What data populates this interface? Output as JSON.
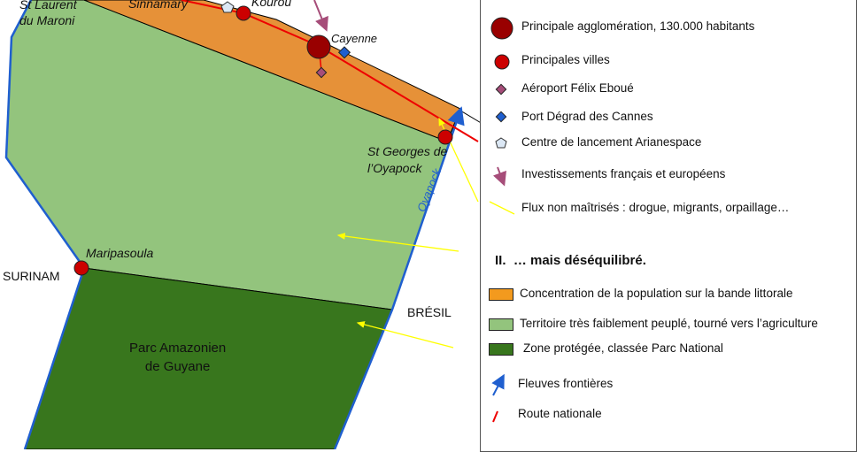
{
  "map": {
    "places": {
      "st_laurent": "St Laurent\ndu Maroni",
      "sinnamary": "Sinnamary",
      "kourou": "Kourou",
      "cayenne": "Cayenne",
      "st_georges": "St Georges de\nl’Oyapock",
      "maripasoula": "Maripasoula",
      "parc": "Parc Amazonien\nde Guyane",
      "oyapock": "Oyapock"
    },
    "countries": {
      "surinam": "SURINAM",
      "bresil": "BRÉSIL"
    }
  },
  "legend": {
    "items": [
      {
        "label": "Principale agglomération, 130.000 habitants",
        "icon": "large-city-dot-icon"
      },
      {
        "label": "Principales villes",
        "icon": "city-dot-icon"
      },
      {
        "label": "Aéroport Félix Eboué",
        "icon": "airport-diamond-icon"
      },
      {
        "label": "Port Dégrad des Cannes",
        "icon": "port-diamond-icon"
      },
      {
        "label": "Centre de lancement Arianespace",
        "icon": "pentagon-icon"
      },
      {
        "label": "Investissements français et européens",
        "icon": "purple-arrow-icon"
      },
      {
        "label": "Flux non maîtrisés : drogue, migrants, orpaillage…",
        "icon": "yellow-arrow-icon"
      }
    ],
    "section2_title": "II.  … mais déséquilibré.",
    "items2": [
      {
        "label": "Concentration de la population sur la bande littorale",
        "color": "#f39a1e"
      },
      {
        "label": "Territoire très faiblement peuplé, tourné vers l’agriculture",
        "color": "#93c47d"
      },
      {
        "label": "Zone protégée, classée Parc National",
        "color": "#38761d"
      },
      {
        "label": "Fleuves frontières",
        "icon": "blue-arrow-icon"
      },
      {
        "label": "Route nationale",
        "icon": "red-line-icon"
      }
    ]
  },
  "colors": {
    "orange": "#e69138",
    "light_green": "#93c47d",
    "dark_green": "#38761d",
    "river": "#1f5fcf",
    "road": "#e00",
    "city": "#cc0000",
    "capital": "#990000"
  }
}
